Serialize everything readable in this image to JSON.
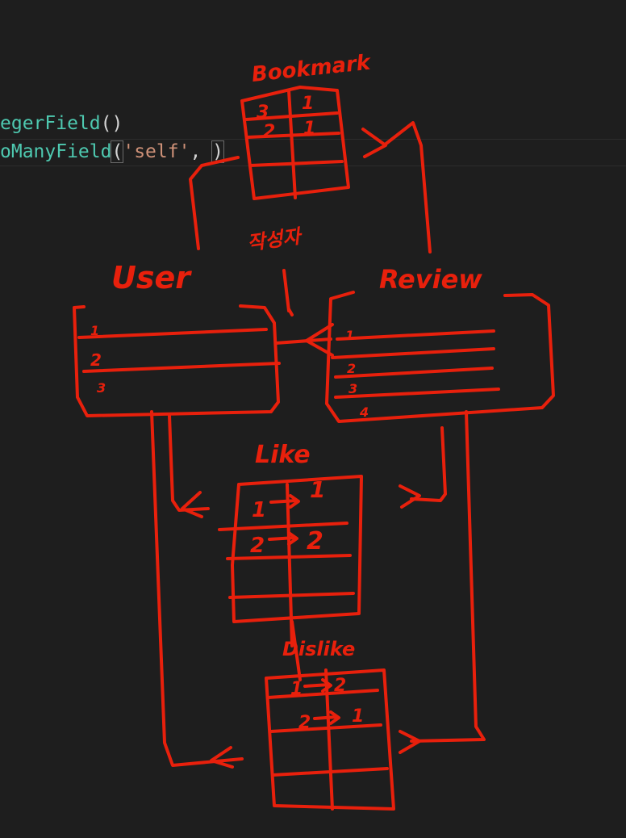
{
  "code": {
    "line1": {
      "text": "egerField",
      "paren": "()"
    },
    "line2": {
      "text": "oManyField",
      "open": "(",
      "str": "'self'",
      "rest": ",",
      "close": ")"
    }
  },
  "diagram": {
    "bookmark": {
      "label": "Bookmark",
      "rows": [
        "3",
        "1",
        "2",
        "1"
      ]
    },
    "writer_note": "작성자",
    "user": {
      "label": "User",
      "rows": [
        "1",
        "2",
        "3"
      ]
    },
    "review": {
      "label": "Review",
      "rows": [
        "1",
        "2",
        "3",
        "4"
      ]
    },
    "like": {
      "label": "Like",
      "rows": [
        "1",
        "1",
        "2",
        "2"
      ]
    },
    "dislike": {
      "label": "Dislike",
      "rows": [
        "1",
        "2",
        "2",
        "1"
      ]
    }
  },
  "colors": {
    "ink": "#e8200c",
    "background": "#1e1e1e",
    "code_function": "#4ec9b0",
    "code_string": "#ce9178"
  }
}
